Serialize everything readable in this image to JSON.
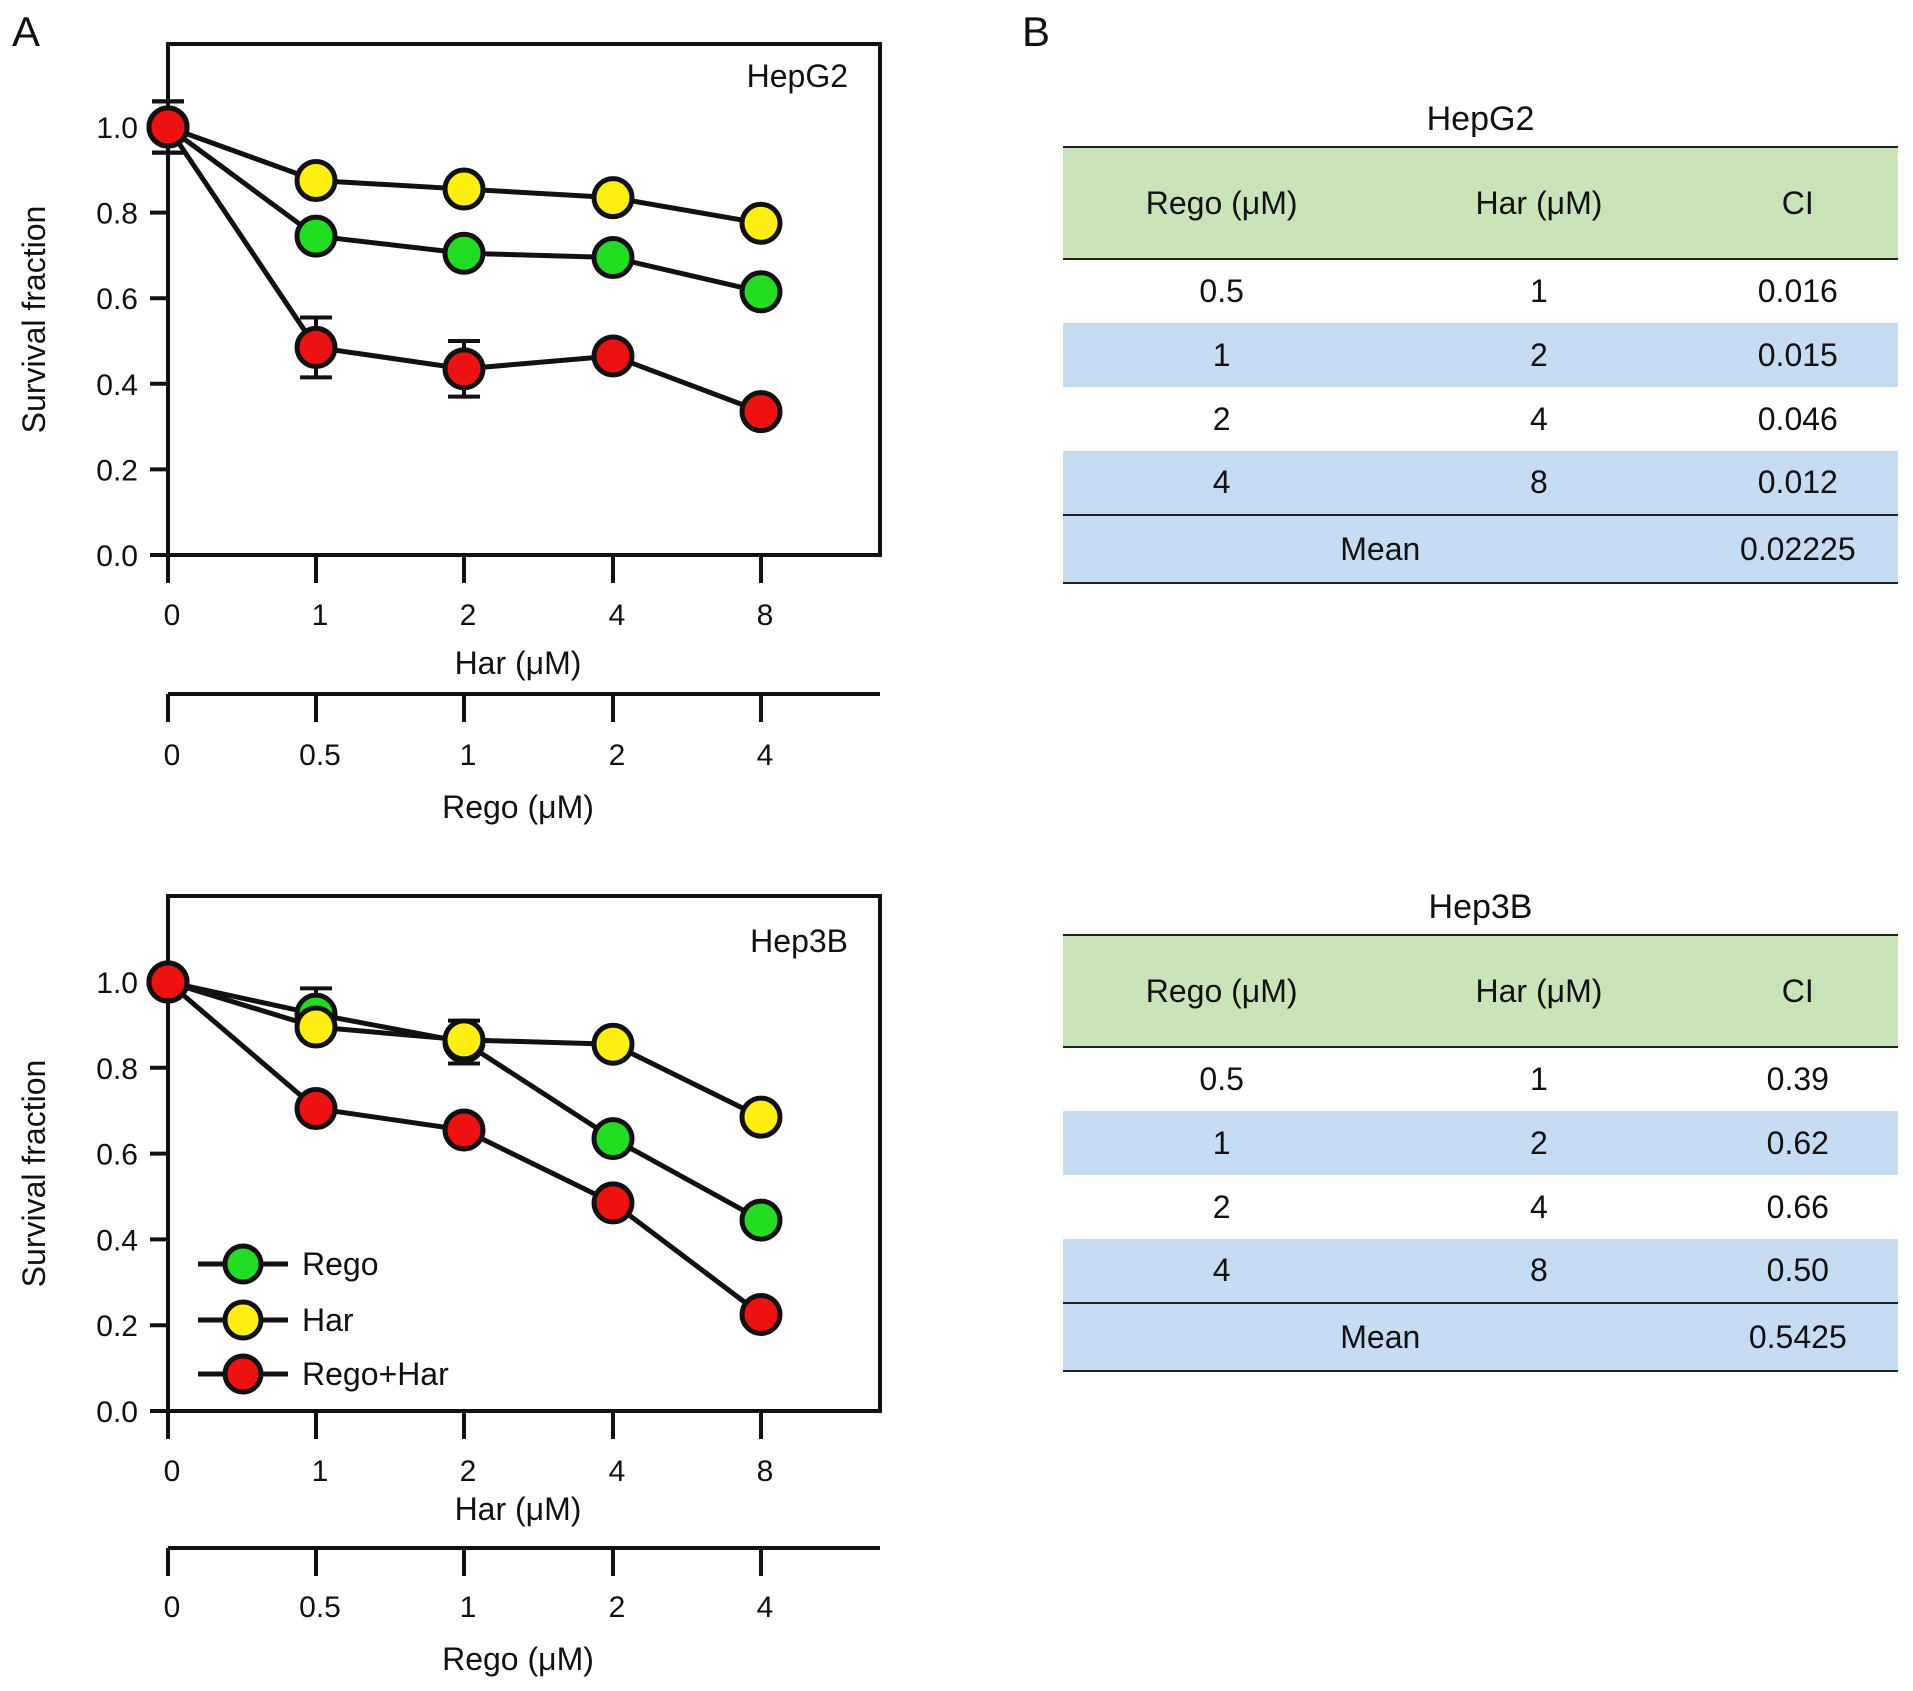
{
  "panels": {
    "a": "A",
    "b": "B"
  },
  "legend": [
    {
      "label": "Rego",
      "color": "#22dd22"
    },
    {
      "label": "Har",
      "color": "#ffee11"
    },
    {
      "label": "Rego+Har",
      "color": "#ee1111"
    }
  ],
  "chart_data": [
    {
      "type": "line",
      "title": "HepG2",
      "ylabel": "Survival fraction",
      "xlabel": "Har (μM)",
      "x2label": "Rego (μM)",
      "categories": [
        "0",
        "1",
        "2",
        "4",
        "8"
      ],
      "categories2": [
        "0",
        "0.5",
        "1",
        "2",
        "4"
      ],
      "yticks": [
        "0.0",
        "0.2",
        "0.4",
        "0.6",
        "0.8",
        "1.0"
      ],
      "ylim": [
        0,
        1.2
      ],
      "series": [
        {
          "name": "Rego",
          "color": "#22dd22",
          "values": [
            1.0,
            0.745,
            0.705,
            0.695,
            0.615
          ],
          "errors": [
            0.06,
            0,
            0,
            0,
            0
          ]
        },
        {
          "name": "Har",
          "color": "#ffee11",
          "values": [
            1.0,
            0.875,
            0.855,
            0.835,
            0.775
          ],
          "errors": [
            0.06,
            0,
            0,
            0,
            0.02
          ]
        },
        {
          "name": "Rego+Har",
          "color": "#ee1111",
          "values": [
            1.0,
            0.485,
            0.435,
            0.465,
            0.335
          ],
          "errors": [
            0.06,
            0.07,
            0.065,
            0,
            0
          ]
        }
      ]
    },
    {
      "type": "line",
      "title": "Hep3B",
      "ylabel": "Survival fraction",
      "xlabel": "Har (μM)",
      "x2label": "Rego (μM)",
      "categories": [
        "0",
        "1",
        "2",
        "4",
        "8"
      ],
      "categories2": [
        "0",
        "0.5",
        "1",
        "2",
        "4"
      ],
      "yticks": [
        "0.0",
        "0.2",
        "0.4",
        "0.6",
        "0.8",
        "1.0"
      ],
      "ylim": [
        0,
        1.2
      ],
      "legend": "bottom-left",
      "series": [
        {
          "name": "Rego",
          "color": "#22dd22",
          "values": [
            1.0,
            0.925,
            0.86,
            0.635,
            0.445
          ],
          "errors": [
            0,
            0.06,
            0.05,
            0,
            0
          ]
        },
        {
          "name": "Har",
          "color": "#ffee11",
          "values": [
            1.0,
            0.895,
            0.865,
            0.855,
            0.685
          ],
          "errors": [
            0,
            0.03,
            0,
            0,
            0
          ]
        },
        {
          "name": "Rego+Har",
          "color": "#ee1111",
          "values": [
            1.0,
            0.705,
            0.655,
            0.485,
            0.225
          ],
          "errors": [
            0,
            0,
            0,
            0,
            0
          ]
        }
      ]
    }
  ],
  "tables": [
    {
      "title": "HepG2",
      "headers": [
        "Rego (μM)",
        "Har (μM)",
        "CI"
      ],
      "rows": [
        [
          "0.5",
          "1",
          "0.016"
        ],
        [
          "1",
          "2",
          "0.015"
        ],
        [
          "2",
          "4",
          "0.046"
        ],
        [
          "4",
          "8",
          "0.012"
        ]
      ],
      "footer": {
        "label": "Mean",
        "value": "0.02225"
      }
    },
    {
      "title": "Hep3B",
      "headers": [
        "Rego (μM)",
        "Har (μM)",
        "CI"
      ],
      "rows": [
        [
          "0.5",
          "1",
          "0.39"
        ],
        [
          "1",
          "2",
          "0.62"
        ],
        [
          "2",
          "4",
          "0.66"
        ],
        [
          "4",
          "8",
          "0.50"
        ]
      ],
      "footer": {
        "label": "Mean",
        "value": "0.5425"
      }
    }
  ]
}
